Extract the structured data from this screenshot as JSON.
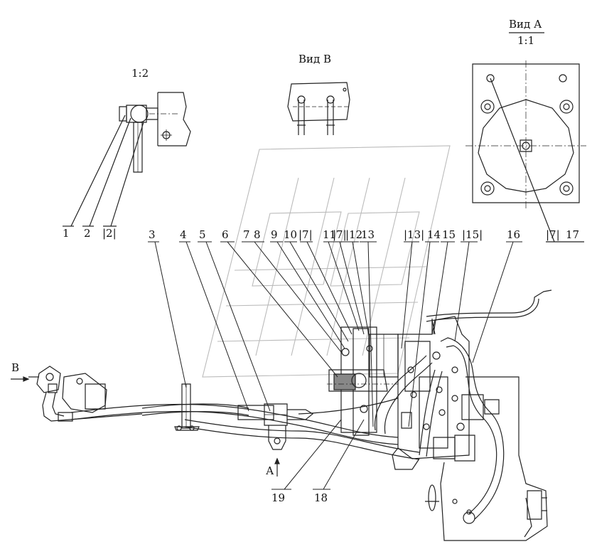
{
  "titles": {
    "view_a": "Вид А",
    "scale_a": "1:1",
    "view_b": "Вид В",
    "scale_detail": "1:2"
  },
  "arrows": {
    "a": "А",
    "b": "В"
  },
  "callouts": [
    "1",
    "2",
    "|2|",
    "3",
    "4",
    "5",
    "6",
    "7",
    "8",
    "9",
    "10",
    "|7|",
    "11",
    "|7|",
    "|12",
    "13",
    "|13|",
    "14",
    "15",
    "|15|",
    "16",
    "|7|",
    "17",
    "19",
    "18"
  ]
}
